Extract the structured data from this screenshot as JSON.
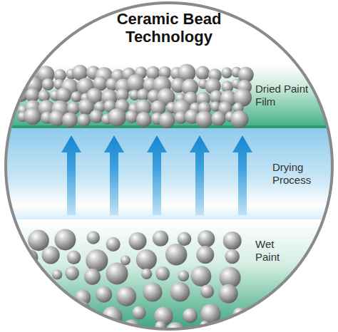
{
  "diagram": {
    "title": "Ceramic Bead Technology",
    "nodes": [
      {
        "text": [
          "Dried Paint Film"
        ]
      },
      {
        "text": [
          "Drying Process"
        ]
      },
      {
        "text": [
          "Wet Paint"
        ]
      }
    ]
  }
}
